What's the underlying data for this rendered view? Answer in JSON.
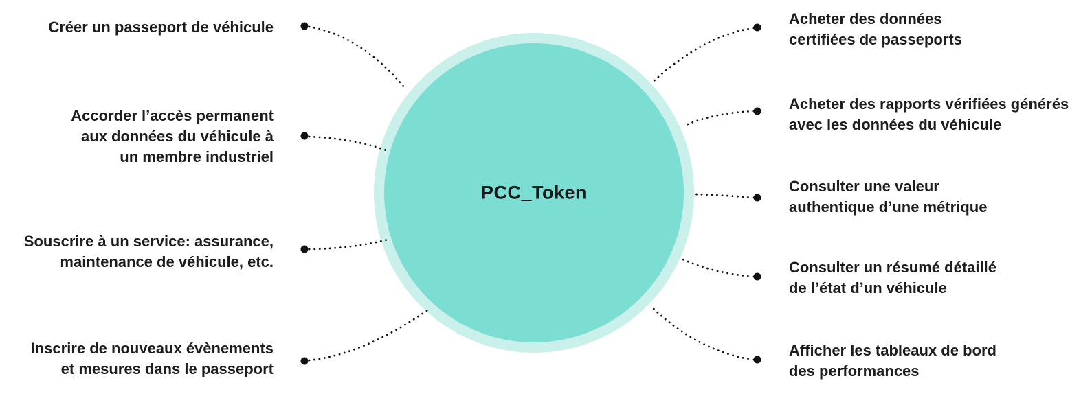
{
  "diagram": {
    "center": {
      "label": "PCC_Token"
    },
    "left_items": [
      {
        "label": "Créer un passeport de véhicule"
      },
      {
        "label": "Accorder l’accès permanent\naux données du véhicule à\nun membre industriel"
      },
      {
        "label": "Souscrire à un service: assurance,\nmaintenance de véhicule, etc."
      },
      {
        "label": "Inscrire de nouveaux évènements\net mesures dans le passeport"
      }
    ],
    "right_items": [
      {
        "label": "Acheter des données\ncertifiées de passeports"
      },
      {
        "label": "Acheter des rapports vérifiées générés\navec les données du véhicule"
      },
      {
        "label": "Consulter une valeur\nauthentique d’une métrique"
      },
      {
        "label": "Consulter un résumé détaillé\nde l’état d’un véhicule"
      },
      {
        "label": "Afficher les tableaux de bord\ndes performances"
      }
    ]
  },
  "colors": {
    "circle_fill": "#7CDED2",
    "circle_ring": "#C9F0EA",
    "line": "#111111",
    "dot": "#111111",
    "text": "#1d1d1d"
  }
}
